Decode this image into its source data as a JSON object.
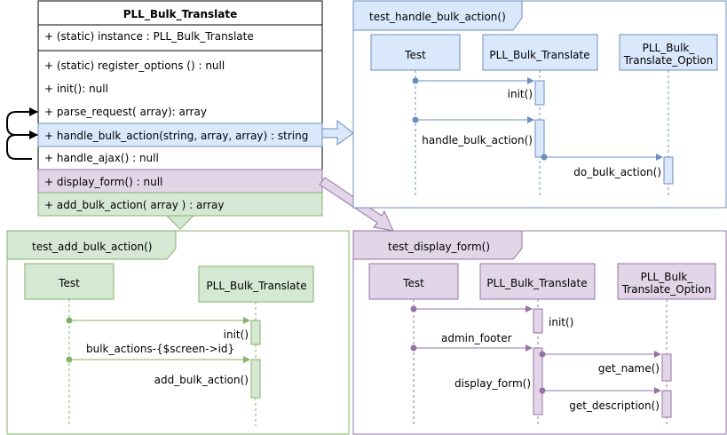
{
  "class_box": {
    "title": "PLL_Bulk_Translate",
    "attribute": "+ (static) instance : PLL_Bulk_Translate",
    "methods": [
      "+ (static) register_options () : null",
      "+ init(): null",
      "+ parse_request( array): array",
      "+ handle_bulk_action(string, array, array) : string",
      "+ handle_ajax() : null",
      "+ display_form() : null",
      "+ add_bulk_action( array ) : array"
    ]
  },
  "frames": {
    "handle": {
      "title": "test_handle_bulk_action()",
      "lifelines": [
        "Test",
        "PLL_Bulk_Translate",
        "PLL_Bulk_",
        "Translate_Option"
      ],
      "messages": [
        "init()",
        "handle_bulk_action()",
        "do_bulk_action()"
      ]
    },
    "add": {
      "title": "test_add_bulk_action()",
      "lifelines": [
        "Test",
        "PLL_Bulk_Translate"
      ],
      "messages": [
        "init()",
        "bulk_actions-{$screen->id}",
        "add_bulk_action()"
      ]
    },
    "display": {
      "title": "test_display_form()",
      "lifelines": [
        "Test",
        "PLL_Bulk_Translate",
        "PLL_Bulk_",
        "Translate_Option"
      ],
      "messages": [
        "init()",
        "admin_footer",
        "display_form()",
        "get_name()",
        "get_description()"
      ]
    }
  },
  "colors": {
    "blue_fill": "#dae8fc",
    "blue_stroke": "#6c8ebf",
    "green_fill": "#d5e8d4",
    "green_stroke": "#82b366",
    "purple_fill": "#e1d5e7",
    "purple_stroke": "#9673a6"
  }
}
